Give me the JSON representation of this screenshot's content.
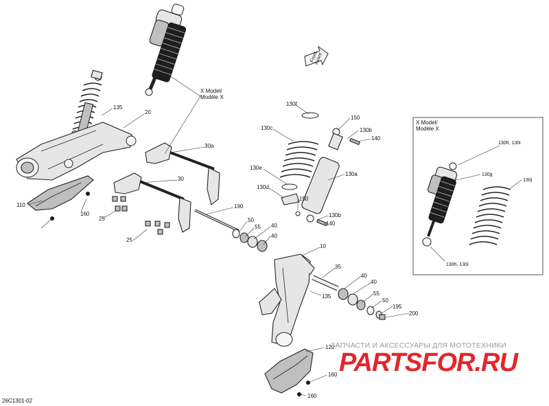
{
  "diagram": {
    "code": "26C1301-02",
    "front_arrow": {
      "line1": "Front",
      "line2": "Avant"
    },
    "variant_note": {
      "line1": "X Model/",
      "line2": "Modèle X"
    },
    "inset_note": {
      "line1": "X Model/",
      "line2": "Modèle X"
    },
    "parts": [
      "135",
      "20",
      "30a",
      "30",
      "190",
      "110",
      "160",
      "25",
      "50",
      "55",
      "40",
      "10",
      "35",
      "135",
      "40",
      "40",
      "55",
      "50",
      "195",
      "200",
      "120",
      "160",
      "160",
      "130f",
      "150",
      "130b",
      "140",
      "130c",
      "130e",
      "130a",
      "130d",
      "150",
      "130b",
      "140",
      "25",
      "40",
      "130h, 130i",
      "130g",
      "130j",
      "130h, 130i"
    ]
  },
  "watermark": {
    "tagline": "ЗАПЧАСТИ И АКСЕССУАРЫ ДЛЯ МОТОТЕХНИКИ",
    "brand": "PARTSFOR.RU"
  }
}
